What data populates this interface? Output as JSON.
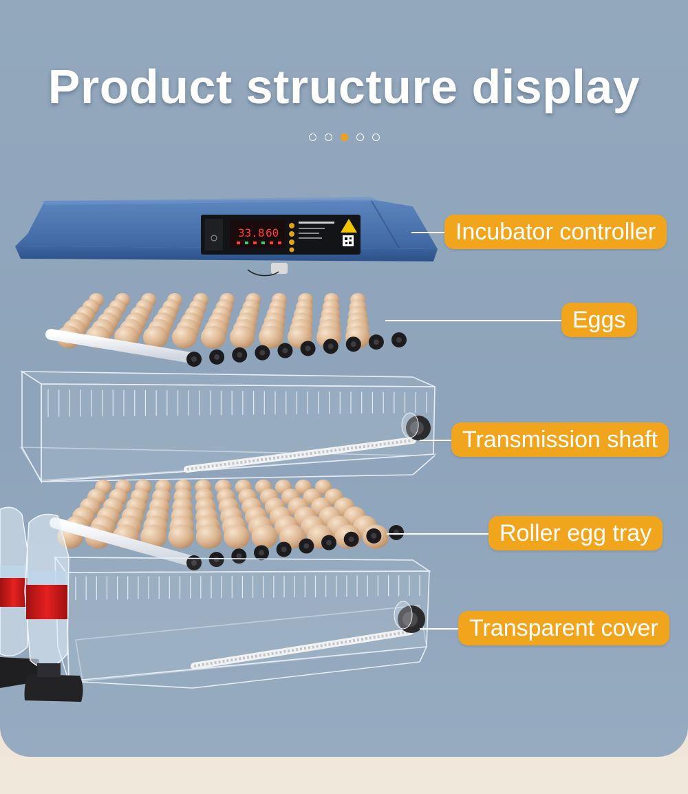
{
  "title": "Product structure display",
  "carousel": {
    "count": 5,
    "active_index": 2
  },
  "colors": {
    "accent": "#f0a51c",
    "background": "#8ea4ba",
    "lid": "#3f6aa6",
    "display_red": "#ff3b3b"
  },
  "labels": {
    "controller": "Incubator controller",
    "eggs": "Eggs",
    "shaft": "Transmission shaft",
    "tray": "Roller egg tray",
    "cover": "Transparent cover"
  },
  "display": {
    "temperature": "33.8",
    "humidity": "60"
  }
}
